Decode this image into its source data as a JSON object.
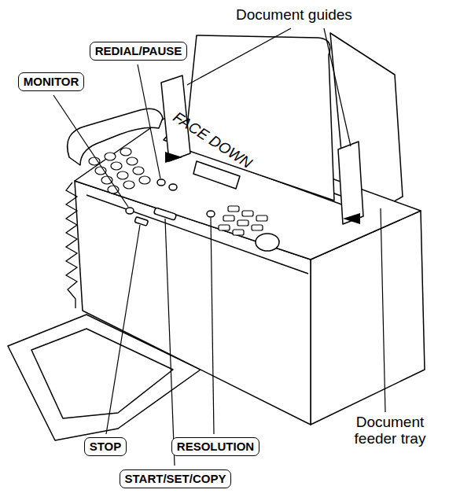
{
  "diagram": {
    "nodes": [
      {
        "text": [
          "REDIAL/PAUSE"
        ]
      },
      {
        "text": [
          "MONITOR"
        ]
      },
      {
        "text": [
          "STOP"
        ]
      },
      {
        "text": [
          "RESOLUTION"
        ]
      },
      {
        "text": [
          "START/SET/COPY"
        ]
      }
    ],
    "labels": [
      "Document guides",
      "FACE DOWN",
      "Document feeder tray"
    ]
  }
}
